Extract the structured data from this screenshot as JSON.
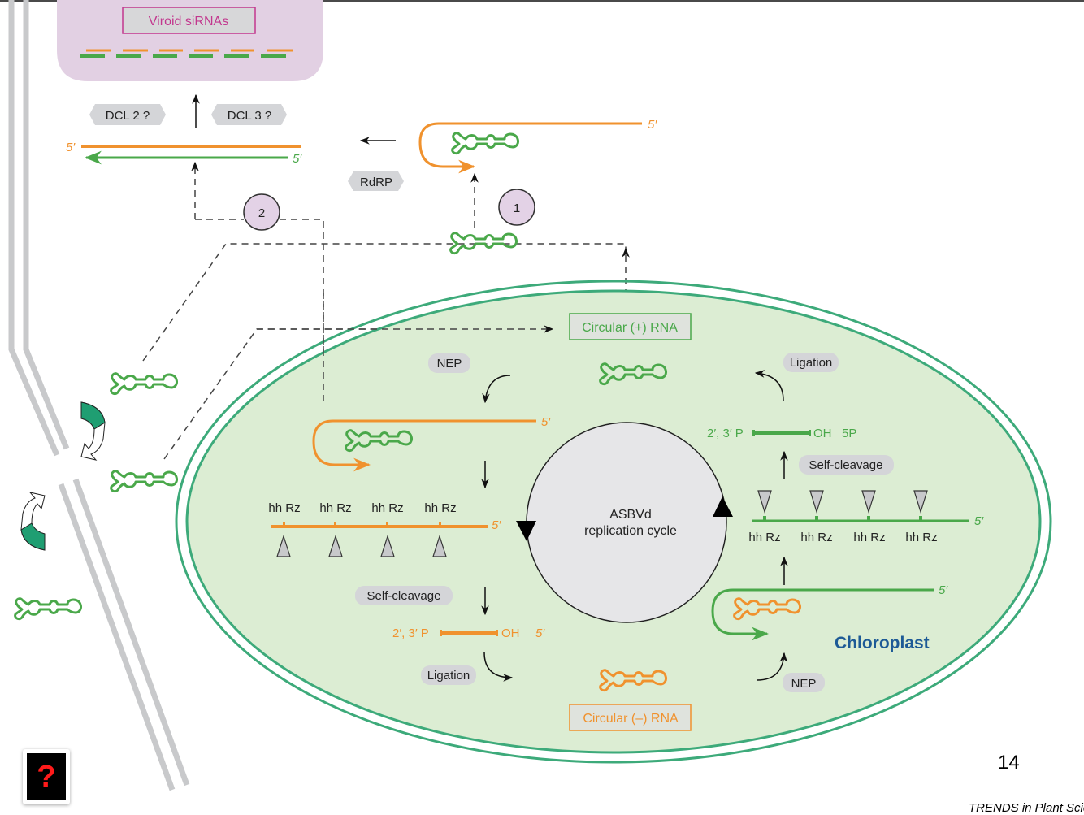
{
  "slide": {
    "page_number": "14",
    "source_caption": "TRENDS in Plant Science"
  },
  "colors": {
    "plus_strand": "#4aa84a",
    "minus_strand": "#f0922e",
    "chloroplast_fill": "#dcedd3",
    "chloroplast_border": "#3daa7a",
    "sirna_box_fill": "#e2d0e3",
    "sirna_label": "#c2378e",
    "pill_fill": "#d4d5d8",
    "cell_wall": "#c8c9cb",
    "chloroplast_label": "#1d5a96",
    "step_circle_fill": "#e3d2e6",
    "help_icon": "#ff1a1a"
  },
  "labels": {
    "viroid_sirnas": "Viroid siRNAs",
    "dcl2": "DCL 2 ?",
    "dcl3": "DCL 3 ?",
    "rdrp": "RdRP",
    "step1": "1",
    "step2": "2",
    "five_prime": "5′",
    "circular_plus": "Circular (+) RNA",
    "circular_minus": "Circular (–) RNA",
    "nep": "NEP",
    "ligation": "Ligation",
    "self_cleavage": "Self-cleavage",
    "hh_rz": "hh Rz",
    "cycle_line1": "ASBVd",
    "cycle_line2": "replication cycle",
    "chloroplast": "Chloroplast",
    "minus_products_left": "2′, 3′ P",
    "minus_products_oh": "OH",
    "minus_products_5": "5′",
    "plus_products_left": "2′, 3′ P",
    "plus_products_oh": "OH",
    "plus_products_5p": "5P"
  },
  "help_button": {
    "glyph": "?",
    "icon": "question-mark-icon"
  }
}
